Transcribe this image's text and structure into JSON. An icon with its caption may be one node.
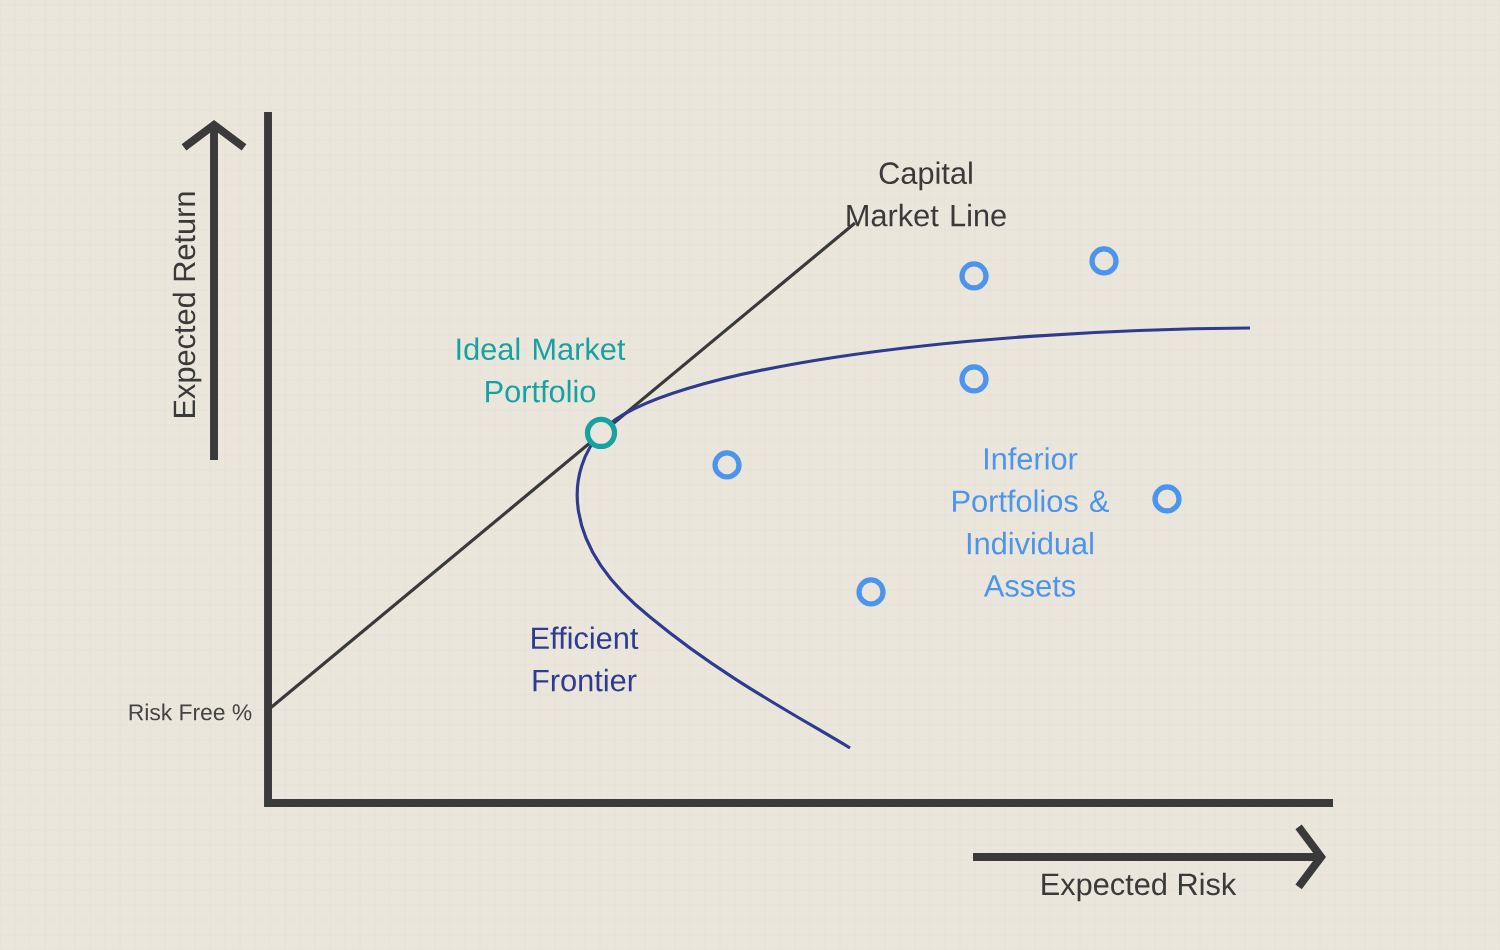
{
  "diagram": {
    "labels": [
      "Capital Market Line",
      "Expected Return",
      "Ideal Market Portfolio",
      "Inferior Portfolios & Individual Assets",
      "Efficient Frontier",
      "Risk Free %",
      "Expected Risk"
    ]
  }
}
